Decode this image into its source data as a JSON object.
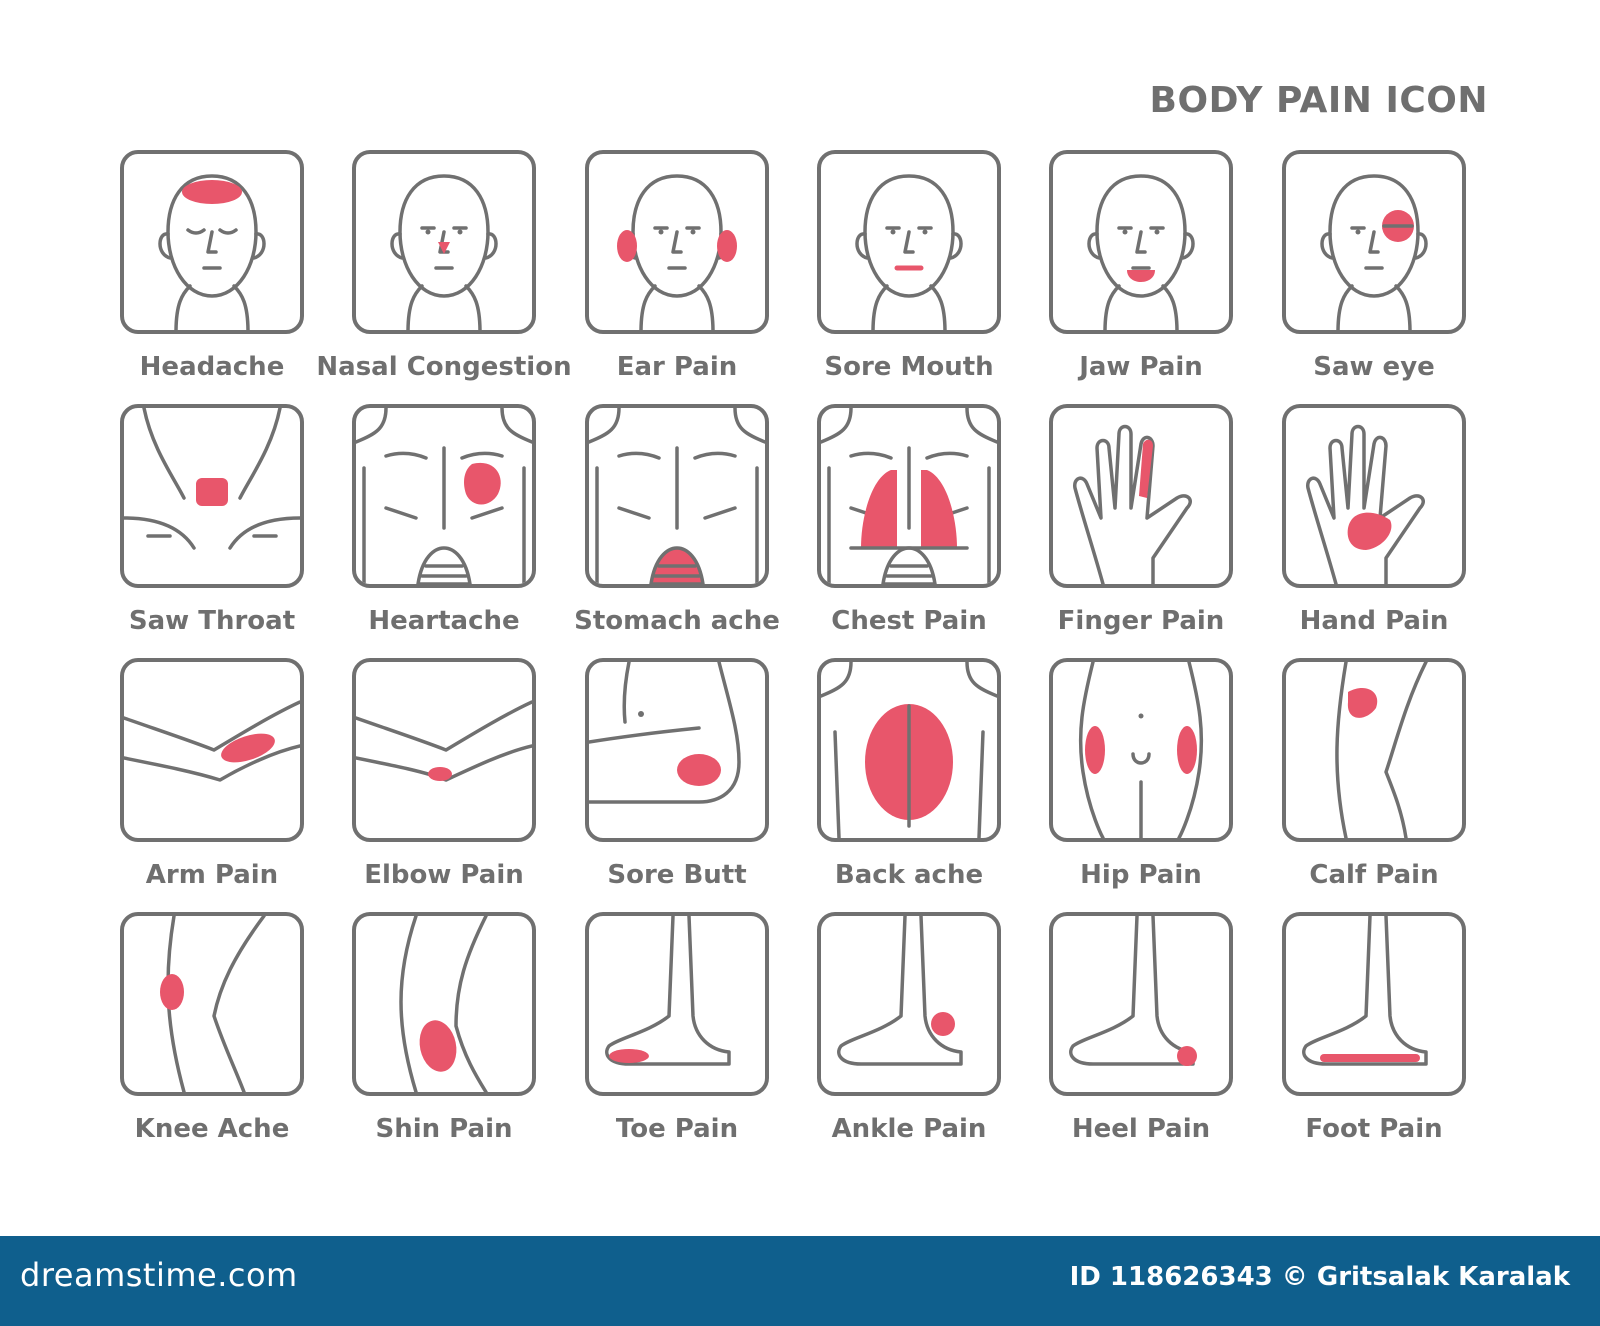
{
  "title": "BODY PAIN ICON",
  "icons": [
    {
      "label": "Headache",
      "art": "headache-icon"
    },
    {
      "label": "Nasal Congestion",
      "art": "nose-icon"
    },
    {
      "label": "Ear Pain",
      "art": "ear-icon"
    },
    {
      "label": "Sore Mouth",
      "art": "mouth-icon"
    },
    {
      "label": "Jaw Pain",
      "art": "jaw-icon"
    },
    {
      "label": "Saw eye",
      "art": "eye-icon"
    },
    {
      "label": "Saw Throat",
      "art": "throat-icon"
    },
    {
      "label": "Heartache",
      "art": "heart-icon"
    },
    {
      "label": "Stomach ache",
      "art": "stomach-icon"
    },
    {
      "label": "Chest Pain",
      "art": "lungs-icon"
    },
    {
      "label": "Finger Pain",
      "art": "finger-icon"
    },
    {
      "label": "Hand Pain",
      "art": "hand-icon"
    },
    {
      "label": "Arm Pain",
      "art": "arm-icon"
    },
    {
      "label": "Elbow Pain",
      "art": "elbow-icon"
    },
    {
      "label": "Sore Butt",
      "art": "butt-icon"
    },
    {
      "label": "Back ache",
      "art": "back-icon"
    },
    {
      "label": "Hip Pain",
      "art": "hip-icon"
    },
    {
      "label": "Calf Pain",
      "art": "calf-icon"
    },
    {
      "label": "Knee Ache",
      "art": "knee-icon"
    },
    {
      "label": "Shin Pain",
      "art": "shin-icon"
    },
    {
      "label": "Toe Pain",
      "art": "toe-icon"
    },
    {
      "label": "Ankle Pain",
      "art": "ankle-icon"
    },
    {
      "label": "Heel Pain",
      "art": "heel-icon"
    },
    {
      "label": "Foot Pain",
      "art": "foot-icon"
    }
  ],
  "footer": {
    "brand": "dreamstime.com",
    "credit": "ID 118626343 © Gritsalak Karalak"
  },
  "colors": {
    "line": "#707070",
    "pain": "#e8566b",
    "footer": "#0f5f8d"
  }
}
